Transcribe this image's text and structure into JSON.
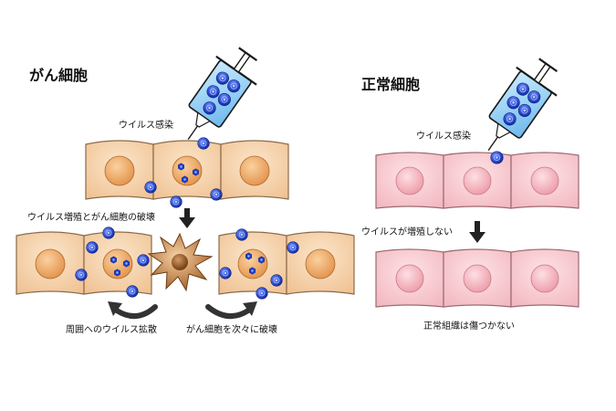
{
  "cancer": {
    "heading": "がん細胞",
    "infection_label": "ウイルス感染",
    "replication_label": "ウイルス増殖とがん細胞の破壊",
    "spread_label": "周囲へのウイルス拡散",
    "destroy_label": "がん細胞を次々に破壊"
  },
  "normal": {
    "heading": "正常細胞",
    "infection_label": "ウイルス感染",
    "no_replication_label": "ウイルスが増殖しない",
    "unharmed_label": "正常組織は傷つかない"
  },
  "colors": {
    "cancer_cell_fill": "#f7d7b0",
    "cancer_nucleus": "#eba460",
    "normal_cell_fill": "#f8c9cf",
    "normal_nucleus": "#f2a8b3",
    "virus": "#1e3fd0",
    "syringe": "#7ec6f0",
    "burst": "#b8743a"
  }
}
